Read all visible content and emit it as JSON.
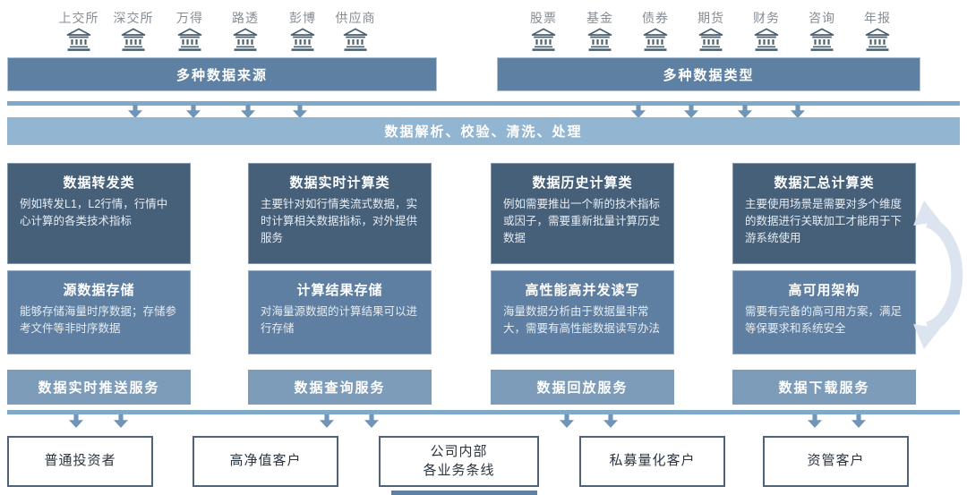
{
  "sources": {
    "header": "多种数据来源",
    "items": [
      "上交所",
      "深交所",
      "万得",
      "路透",
      "彭博",
      "供应商"
    ]
  },
  "data_types": {
    "header": "多种数据类型",
    "items": [
      "股票",
      "基金",
      "债券",
      "期货",
      "财务",
      "咨询",
      "年报"
    ]
  },
  "processing": {
    "label": "数据解析、校验、清洗、处理"
  },
  "compute_row": [
    {
      "title": "数据转发类",
      "body": "例如转发L1，L2行情，行情中心计算的各类技术指标"
    },
    {
      "title": "数据实时计算类",
      "body": "主要针对如行情类流式数据，实时计算相关数据指标，对外提供服务"
    },
    {
      "title": "数据历史计算类",
      "body": "例如需要推出一个新的技术指标或因子，需要重新批量计算历史数据"
    },
    {
      "title": "数据汇总计算类",
      "body": "主要使用场景是需要对多个维度的数据进行关联加工才能用于下游系统使用"
    }
  ],
  "storage_row": [
    {
      "title": "源数据存储",
      "body": "能够存储海量时序数据；存储参考文件等非时序数据"
    },
    {
      "title": "计算结果存储",
      "body": "对海量源数据的计算结果可以进行存储"
    },
    {
      "title": "高性能高并发读写",
      "body": "海量数据分析由于数据量非常大，需要有高性能数据读写办法"
    },
    {
      "title": "高可用架构",
      "body": "需要有完备的高可用方案，满足等保要求和系统安全"
    }
  ],
  "services": [
    "数据实时推送服务",
    "数据查询服务",
    "数据回放服务",
    "数据下载服务"
  ],
  "clients": [
    "普通投资者",
    "高净值客户",
    "公司内部\n各业务条线",
    "私募量化客户",
    "资管客户"
  ],
  "colors": {
    "header_bar": "#5d80a3",
    "processing_bar": "#92b5d1",
    "thin_bar": "#7fa9c9",
    "arrow": "#6f95b8",
    "compute_box": "#47607a",
    "storage_box": "#5e7fa1",
    "service_bar": "#7d9cb9",
    "client_border": "#4e6379",
    "curve_arrow": "#dce5ef",
    "icon": "#4c5f6e",
    "icon_label": "#858c94"
  }
}
